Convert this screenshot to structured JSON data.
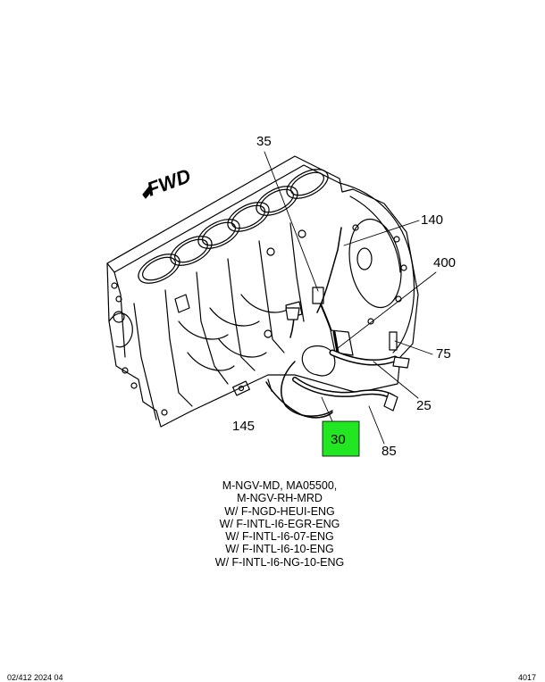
{
  "diagram": {
    "fwd_label": "FWD",
    "highlight_color": "#22e622",
    "callouts": {
      "c35": "35",
      "c140": "140",
      "c400": "400",
      "c75": "75",
      "c25": "25",
      "c145": "145",
      "c30": "30",
      "c85": "85"
    }
  },
  "applicability": [
    "M-NGV-MD, MA05500,",
    "M-NGV-RH-MRD",
    "W/ F-NGD-HEUI-ENG",
    "W/ F-INTL-I6-EGR-ENG",
    "W/ F-INTL-I6-07-ENG",
    "W/ F-INTL-I6-10-ENG",
    "W/ F-INTL-I6-NG-10-ENG"
  ],
  "footer": {
    "left": "02/412 2024 04",
    "right": "4017"
  }
}
